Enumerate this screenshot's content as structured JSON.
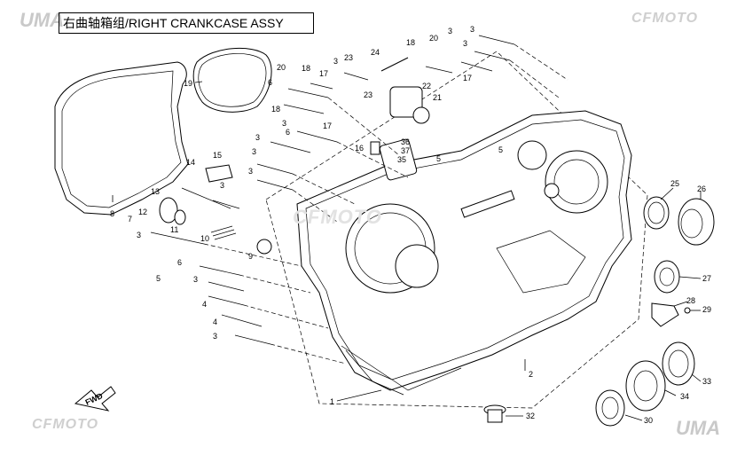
{
  "header": {
    "logo_left": "UMA",
    "title": "右曲轴箱组/RIGHT CRANKCASE ASSY",
    "logo_right": "CFMOTO"
  },
  "watermark": {
    "center": "CFMOTO",
    "bottom_left": "CFMOTO",
    "bottom_right": "UMA"
  },
  "fwd_label": "FWD",
  "callouts": [
    {
      "id": "c1",
      "text": "1"
    },
    {
      "id": "c2",
      "text": "2"
    },
    {
      "id": "c3a",
      "text": "3"
    },
    {
      "id": "c3b",
      "text": "3"
    },
    {
      "id": "c3c",
      "text": "3"
    },
    {
      "id": "c3d",
      "text": "3"
    },
    {
      "id": "c3e",
      "text": "3"
    },
    {
      "id": "c3f",
      "text": "3"
    },
    {
      "id": "c3g",
      "text": "3"
    },
    {
      "id": "c3h",
      "text": "3"
    },
    {
      "id": "c3i",
      "text": "3"
    },
    {
      "id": "c3j",
      "text": "3"
    },
    {
      "id": "c3k",
      "text": "3"
    },
    {
      "id": "c3l",
      "text": "3"
    },
    {
      "id": "c4a",
      "text": "4"
    },
    {
      "id": "c4b",
      "text": "4"
    },
    {
      "id": "c5a",
      "text": "5"
    },
    {
      "id": "c5b",
      "text": "5"
    },
    {
      "id": "c5c",
      "text": "5"
    },
    {
      "id": "c6a",
      "text": "6"
    },
    {
      "id": "c6b",
      "text": "6"
    },
    {
      "id": "c6c",
      "text": "6"
    },
    {
      "id": "c7",
      "text": "7"
    },
    {
      "id": "c8",
      "text": "8"
    },
    {
      "id": "c9",
      "text": "9"
    },
    {
      "id": "c10",
      "text": "10"
    },
    {
      "id": "c11",
      "text": "11"
    },
    {
      "id": "c12",
      "text": "12"
    },
    {
      "id": "c13",
      "text": "13"
    },
    {
      "id": "c14",
      "text": "14"
    },
    {
      "id": "c15",
      "text": "15"
    },
    {
      "id": "c16",
      "text": "16"
    },
    {
      "id": "c17a",
      "text": "17"
    },
    {
      "id": "c17b",
      "text": "17"
    },
    {
      "id": "c17c",
      "text": "17"
    },
    {
      "id": "c18a",
      "text": "18"
    },
    {
      "id": "c18b",
      "text": "18"
    },
    {
      "id": "c18c",
      "text": "18"
    },
    {
      "id": "c19",
      "text": "19"
    },
    {
      "id": "c20a",
      "text": "20"
    },
    {
      "id": "c20b",
      "text": "20"
    },
    {
      "id": "c21",
      "text": "21"
    },
    {
      "id": "c22",
      "text": "22"
    },
    {
      "id": "c23a",
      "text": "23"
    },
    {
      "id": "c23b",
      "text": "23"
    },
    {
      "id": "c24",
      "text": "24"
    },
    {
      "id": "c25",
      "text": "25"
    },
    {
      "id": "c26",
      "text": "26"
    },
    {
      "id": "c27",
      "text": "27"
    },
    {
      "id": "c28",
      "text": "28"
    },
    {
      "id": "c29",
      "text": "29"
    },
    {
      "id": "c30",
      "text": "30"
    },
    {
      "id": "c32",
      "text": "32"
    },
    {
      "id": "c33",
      "text": "33"
    },
    {
      "id": "c34",
      "text": "34"
    },
    {
      "id": "c35",
      "text": "35"
    },
    {
      "id": "c36",
      "text": "36"
    },
    {
      "id": "c37",
      "text": "37"
    }
  ]
}
